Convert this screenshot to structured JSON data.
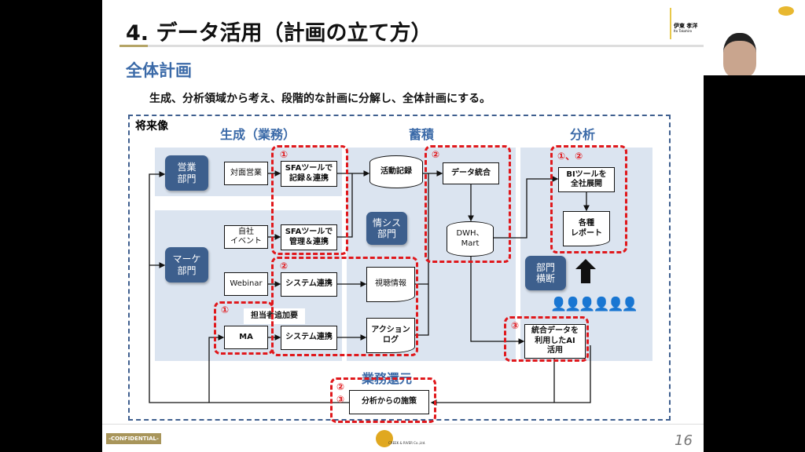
{
  "slide": {
    "title": "4. データ活用（計画の立て方）",
    "section": "全体計画",
    "description": "生成、分析領域から考え、段階的な計画に分解し、全体計画にする。",
    "frame_label": "将来像",
    "headers": {
      "generate": "生成（業務）",
      "accumulate": "蓄積",
      "analyze": "分析",
      "feedback": "業務還元"
    },
    "departments": {
      "sales": "営業\n部門",
      "marketing": "マーケ\n部門",
      "it": "情シス\n部門",
      "cross": "部門\n横断"
    },
    "boxes": {
      "face_sales": "対面営業",
      "sfa_record": "SFAツールで\n記録＆連携",
      "activity_log": "活動記録",
      "own_event": "自社\nイベント",
      "sfa_manage": "SFAツールで\n管理＆連携",
      "webinar": "Webinar",
      "sys_link1": "システム連携",
      "viewing_info": "視聴情報",
      "ma": "MA",
      "sys_link2": "システム連携",
      "action_log": "アクション\nログ",
      "staff_needed": "担当者追加要",
      "data_integration": "データ統合",
      "dwh": "DWH、\nMart",
      "bi_tool": "BIツールを\n全社展開",
      "reports": "各種\nレポート",
      "ai": "統合データを\n利用したAI\n活用",
      "measures": "分析からの施策"
    },
    "markers": {
      "sfa": "①",
      "integration": "②",
      "bi": "①、②",
      "syslink": "②",
      "ma": "①",
      "ai": "③",
      "feedback_a": "②",
      "feedback_b": "③"
    },
    "footer": {
      "confidential": "-CONFIDENTIAL-",
      "company": "CREEK & RIVER Co.,Ltd.",
      "page": "16"
    }
  },
  "presenter": {
    "name": "伊東 孝洋",
    "name_en": "Ito Takahiro"
  },
  "colors": {
    "accent_blue": "#3b6aa8",
    "dept_blue": "#3d5f8d",
    "panel": "#dbe4f0",
    "red": "#e0181c",
    "gold": "#a8955a"
  }
}
